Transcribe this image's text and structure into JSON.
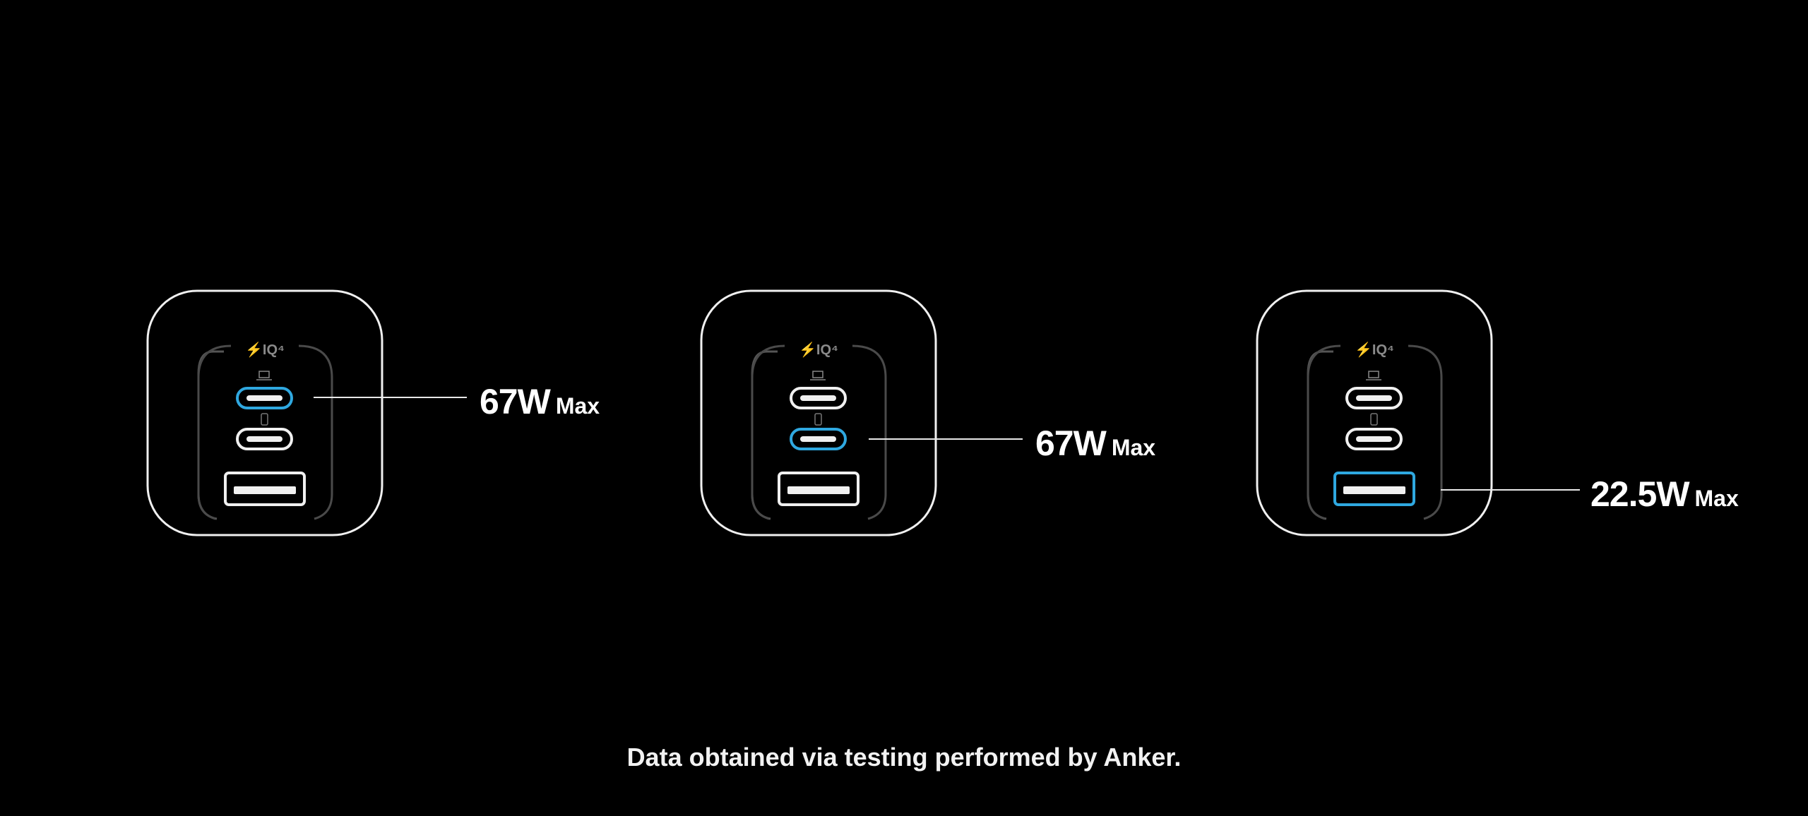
{
  "logo_text": "IQ4",
  "accent_color": "#2fa8e0",
  "chargers": [
    {
      "highlighted_port": "usb-c-1",
      "label_value": "67W",
      "label_unit": "Max"
    },
    {
      "highlighted_port": "usb-c-2",
      "label_value": "67W",
      "label_unit": "Max"
    },
    {
      "highlighted_port": "usb-a",
      "label_value": "22.5W",
      "label_unit": "Max"
    }
  ],
  "footer": "Data obtained via testing performed by Anker."
}
